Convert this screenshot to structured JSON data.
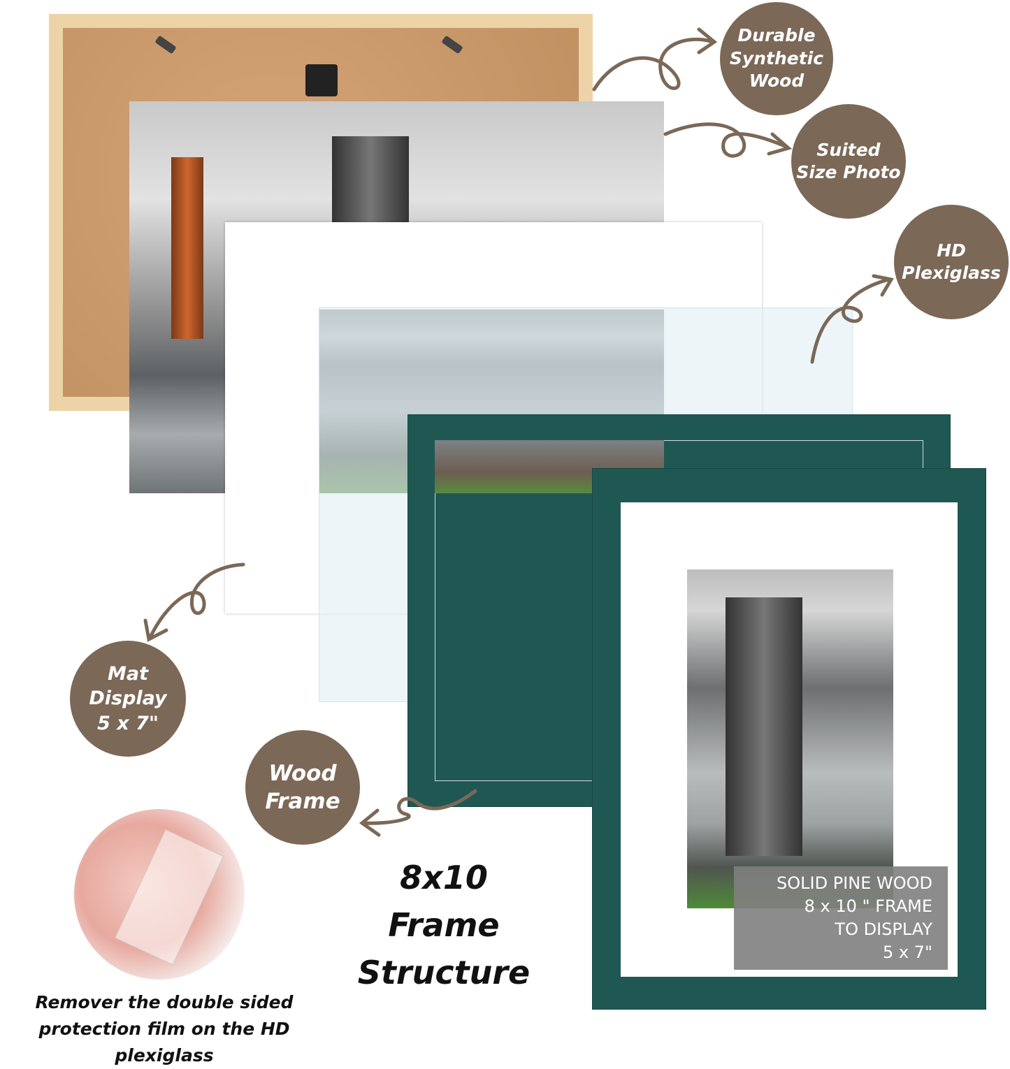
{
  "callouts": {
    "durable": "Durable\nSynthetic\nWood",
    "suited": "Suited\nSize Photo",
    "hd": "HD\nPlexiglass",
    "mat": "Mat\nDisplay\n5 x 7\"",
    "wood": "Wood\nFrame"
  },
  "title": {
    "line1": "8x10",
    "line2": "Frame",
    "line3": "Structure"
  },
  "infobox": {
    "line1": "SOLID PINE WOOD",
    "line2": "8 x 10 \" FRAME",
    "line3": "TO DISPLAY",
    "line4": "5 x 7\""
  },
  "caption": {
    "line1": "Remover the double sided",
    "line2": "protection film on the HD plexiglass"
  },
  "colors": {
    "callout": "#7b6857",
    "frame": "#1f5853",
    "pine": "#ecd3a8",
    "cork": "#c89a6c"
  }
}
